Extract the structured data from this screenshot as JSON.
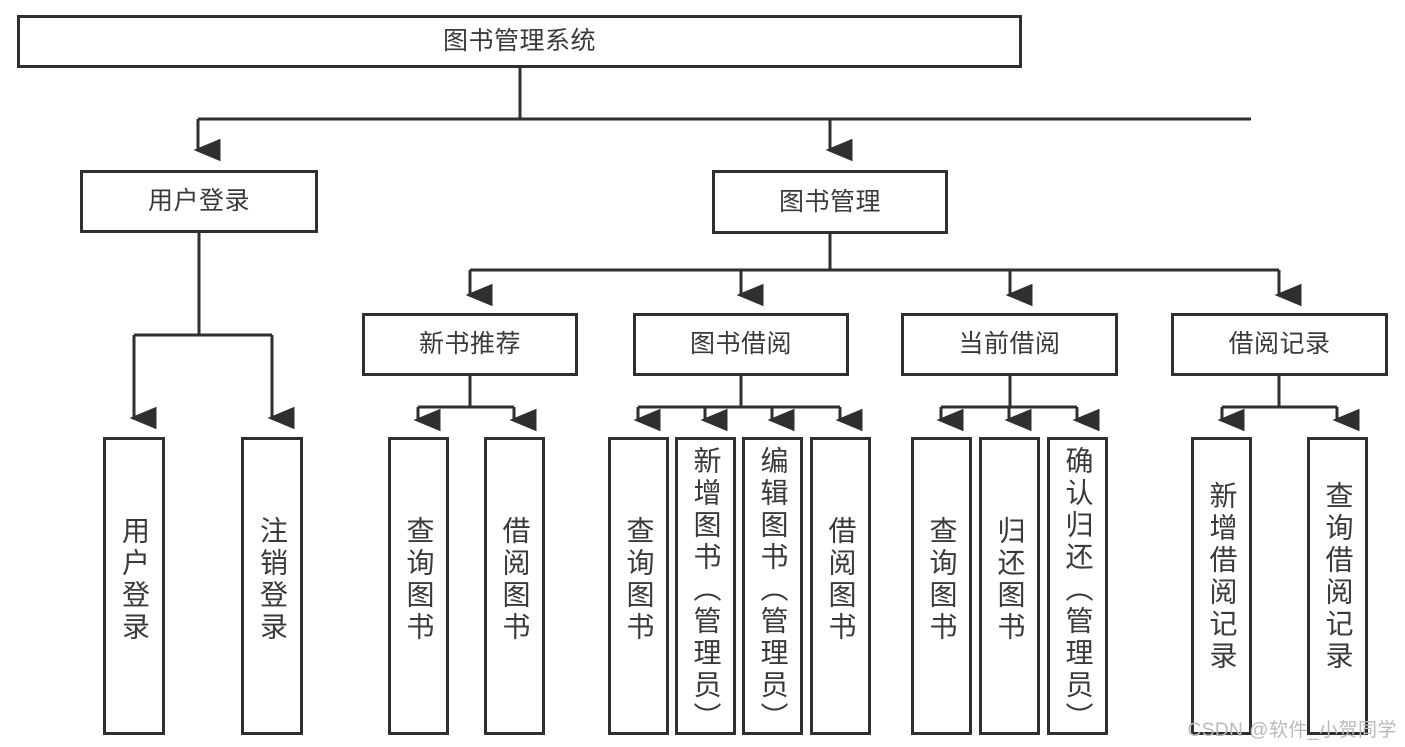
{
  "diagram": {
    "title": "图书管理系统",
    "type": "tree-hierarchy-diagram",
    "colors": {
      "stroke": "#2f2f2f",
      "fill": "#ffffff",
      "text": "#3a3a3a",
      "watermark": "#b9b9b9"
    },
    "root": {
      "label": "图书管理系统"
    },
    "level2": [
      {
        "label": "用户登录"
      },
      {
        "label": "图书管理"
      }
    ],
    "level3": [
      {
        "label": "新书推荐"
      },
      {
        "label": "图书借阅"
      },
      {
        "label": "当前借阅"
      },
      {
        "label": "借阅记录"
      }
    ],
    "leaves": {
      "user_login": [
        {
          "label": "用户登录"
        },
        {
          "label": "注销登录"
        }
      ],
      "new_book_recommend": [
        {
          "label": "查询图书"
        },
        {
          "label": "借阅图书"
        }
      ],
      "book_borrow": [
        {
          "label": "查询图书"
        },
        {
          "label": "新增图书（管理员）"
        },
        {
          "label": "编辑图书（管理员）"
        },
        {
          "label": "借阅图书"
        }
      ],
      "current_borrow": [
        {
          "label": "查询图书"
        },
        {
          "label": "归还图书"
        },
        {
          "label": "确认归还（管理员）"
        }
      ],
      "borrow_record": [
        {
          "label": "新增借阅记录"
        },
        {
          "label": "查询借阅记录"
        }
      ]
    }
  },
  "watermark": {
    "text": "CSDN @软件_小贺同学"
  }
}
